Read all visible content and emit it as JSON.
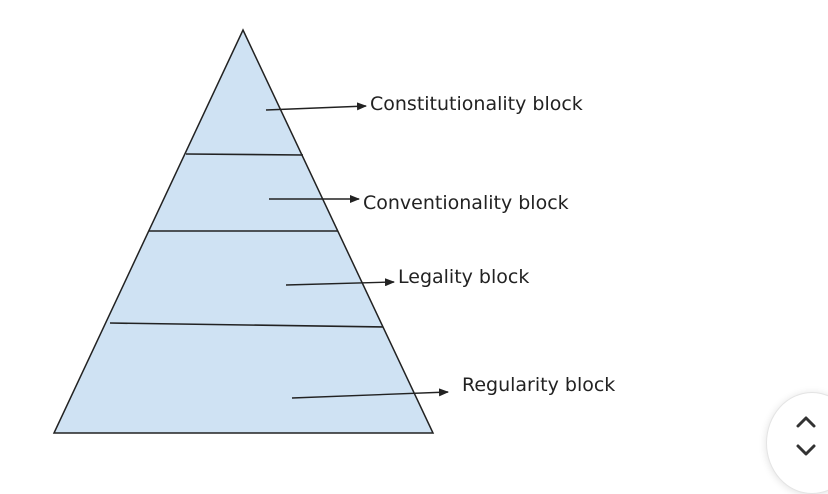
{
  "diagram": {
    "fill_color": "#cfe2f3",
    "stroke_color": "#222222",
    "blocks": [
      {
        "label": "Constitutionality block"
      },
      {
        "label": "Conventionality block"
      },
      {
        "label": "Legality block"
      },
      {
        "label": "Regularity block"
      }
    ]
  },
  "navigation": {
    "up_icon": "chevron-up-icon",
    "down_icon": "chevron-down-icon"
  }
}
